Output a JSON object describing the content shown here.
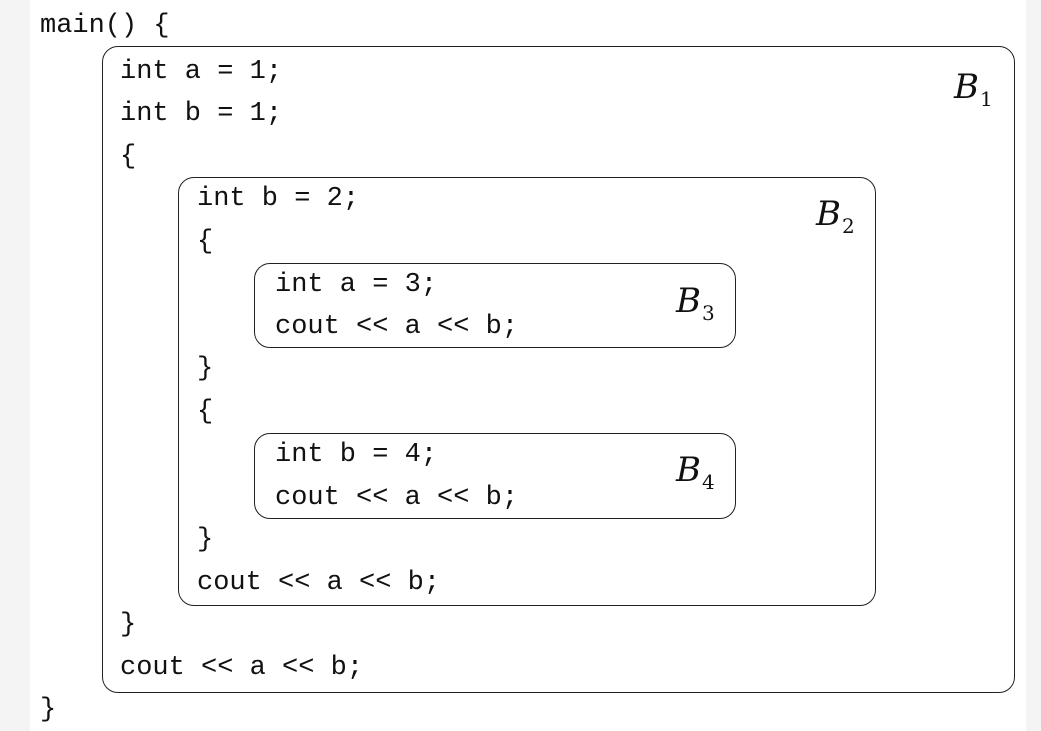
{
  "code": {
    "lines": [
      "main() {",
      "int a = 1;",
      "int b = 1;",
      "{",
      "int b = 2;",
      "{",
      "int a = 3;",
      "cout << a << b;",
      "}",
      "{",
      "int b = 4;",
      "cout << a << b;",
      "}",
      "cout << a << b;",
      "}",
      "cout << a << b;",
      "}"
    ]
  },
  "blocks": [
    {
      "letter": "B",
      "index": "1"
    },
    {
      "letter": "B",
      "index": "2"
    },
    {
      "letter": "B",
      "index": "3"
    },
    {
      "letter": "B",
      "index": "4"
    }
  ]
}
